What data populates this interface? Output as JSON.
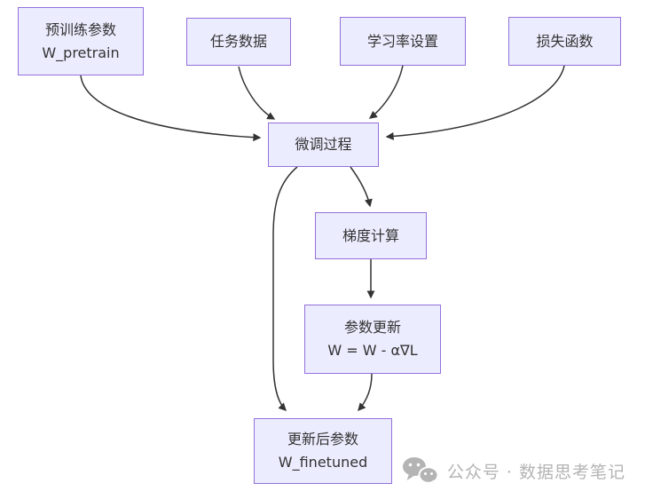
{
  "diagram": {
    "background": "#ffffff",
    "node_fill": "#ECECFF",
    "node_border": "#9370DB",
    "edge_color": "#333333",
    "text_color": "#333333",
    "nodes": [
      {
        "id": "pretrained-params",
        "lines": [
          "预训练参数",
          "W_pretrain"
        ]
      },
      {
        "id": "task-data",
        "lines": [
          "任务数据"
        ]
      },
      {
        "id": "learning-rate",
        "lines": [
          "学习率设置"
        ]
      },
      {
        "id": "loss-function",
        "lines": [
          "损失函数"
        ]
      },
      {
        "id": "finetune-process",
        "lines": [
          "微调过程"
        ]
      },
      {
        "id": "gradient-compute",
        "lines": [
          "梯度计算"
        ]
      },
      {
        "id": "param-update",
        "lines": [
          "参数更新",
          "W = W - α∇L"
        ]
      },
      {
        "id": "finetuned-params",
        "lines": [
          "更新后参数",
          "W_finetuned"
        ]
      }
    ],
    "edges": [
      {
        "from": "pretrained-params",
        "to": "finetune-process"
      },
      {
        "from": "task-data",
        "to": "finetune-process"
      },
      {
        "from": "learning-rate",
        "to": "finetune-process"
      },
      {
        "from": "loss-function",
        "to": "finetune-process"
      },
      {
        "from": "finetune-process",
        "to": "gradient-compute"
      },
      {
        "from": "finetune-process",
        "to": "finetuned-params"
      },
      {
        "from": "gradient-compute",
        "to": "param-update"
      },
      {
        "from": "param-update",
        "to": "finetuned-params"
      }
    ]
  },
  "watermark": {
    "icon": "wechat-icon",
    "text": "公众号 · 数据思考笔记",
    "color": "#b4b4b4"
  }
}
